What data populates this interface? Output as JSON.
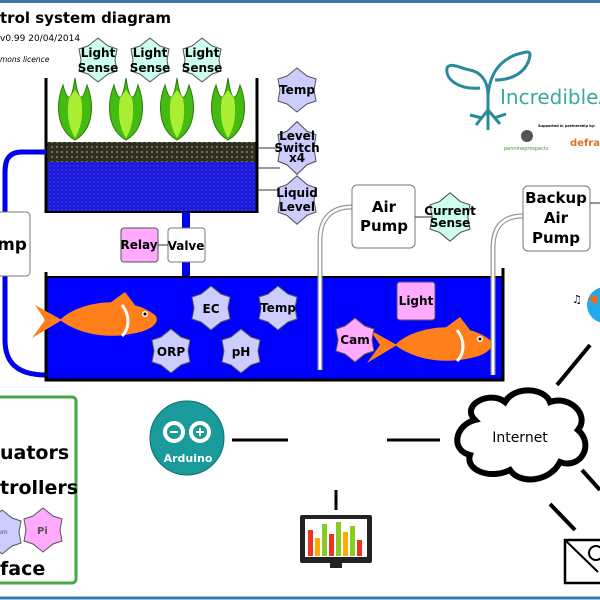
{
  "title": "trol system diagram",
  "version": "v0.99  20/04/2014",
  "licence": "mons licence",
  "colors": {
    "water": "#0000ff",
    "sensor_hex": "#ccccff",
    "light_hex": "#ccfff0",
    "actuator": "#ffaaff",
    "fish": "#ff7f1a",
    "interface_border": "#44aa44",
    "arduino": "#1a9a9a",
    "logo": "#2a8a9a"
  },
  "grow_bed": {
    "light_sensors": [
      "Light",
      "Sense"
    ],
    "temp": "Temp",
    "level_switch": [
      "Level",
      "Switch",
      "x4"
    ],
    "liquid_level": [
      "Liquid",
      "Level"
    ]
  },
  "pump": "mp",
  "relay": "Relay",
  "valve": "Valve",
  "fish_tank": {
    "ec": "EC",
    "temp": "Temp",
    "orp": "ORP",
    "ph": "pH",
    "light": "Light",
    "cam": "Cam"
  },
  "air_pump": [
    "Air",
    "Pump"
  ],
  "current_sense": [
    "Current",
    "Sense"
  ],
  "backup_air_pump": [
    "Backup",
    "Air",
    "Pump"
  ],
  "interface": {
    "line1": "uators",
    "line2": "trollers",
    "hex1": "um",
    "hex2": "Pi",
    "line3": "face"
  },
  "arduino": "Arduino",
  "internet": "Internet",
  "logo": {
    "name": "IncredibleA",
    "supported": "Supported in partnership by:",
    "partner1": "pennineprospects",
    "partner2": "defra"
  },
  "icons": [
    "plant-icon",
    "fish-icon",
    "arduino-logo",
    "monitor-icon",
    "cloud-icon",
    "twitter-bird-icon",
    "email-icon",
    "seedling-logo"
  ]
}
